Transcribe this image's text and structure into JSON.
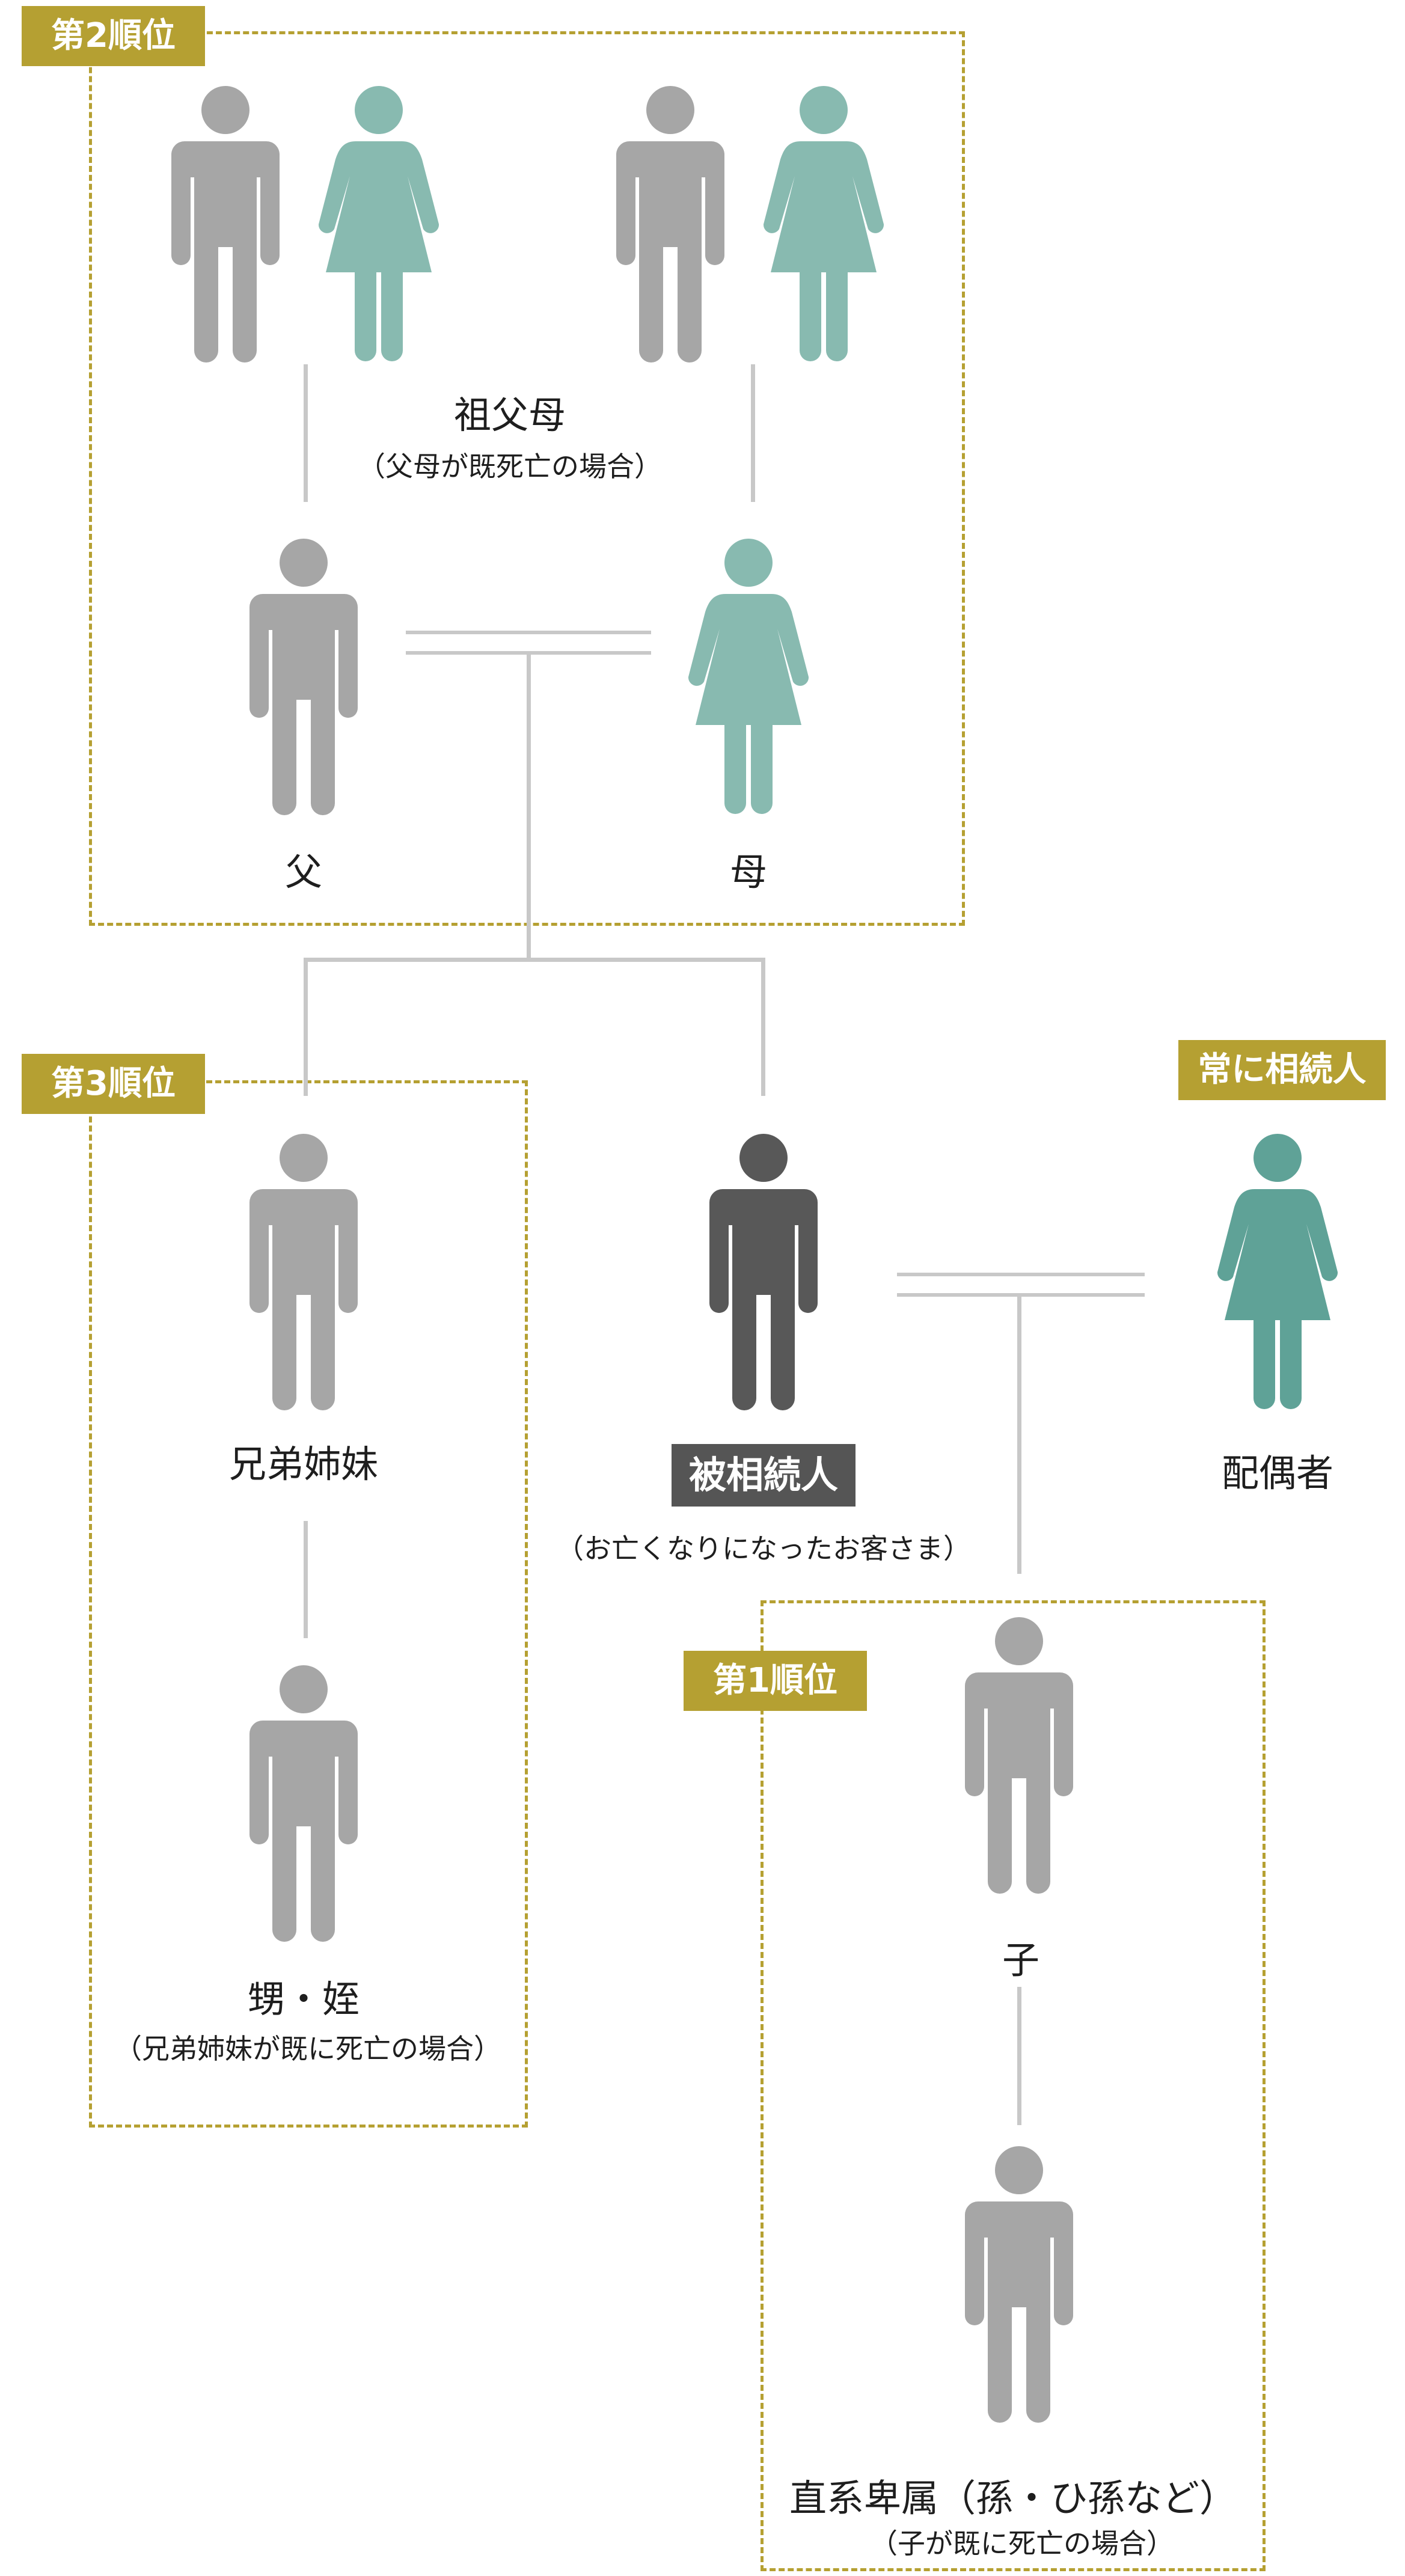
{
  "colors": {
    "male": "#a6a6a6",
    "female_relative": "#88bab0",
    "spouse": "#5fa297",
    "deceased": "#585858",
    "tag_bg": "#b5a032",
    "line": "#c8c8c8"
  },
  "tags": {
    "rank2": "第2順位",
    "rank3": "第3順位",
    "rank1": "第1順位",
    "always": "常に相続人"
  },
  "labels": {
    "grandparents": "祖父母",
    "grandparents_note": "（父母が既死亡の場合）",
    "father": "父",
    "mother": "母",
    "siblings": "兄弟姉妹",
    "nephew_niece": "甥・姪",
    "nephew_niece_note": "（兄弟姉妹が既に死亡の場合）",
    "deceased": "被相続人",
    "deceased_note": "（お亡くなりになったお客さま）",
    "spouse": "配偶者",
    "child": "子",
    "descendants": "直系卑属（孫・ひ孫など）",
    "descendants_note": "（子が既に死亡の場合）"
  }
}
